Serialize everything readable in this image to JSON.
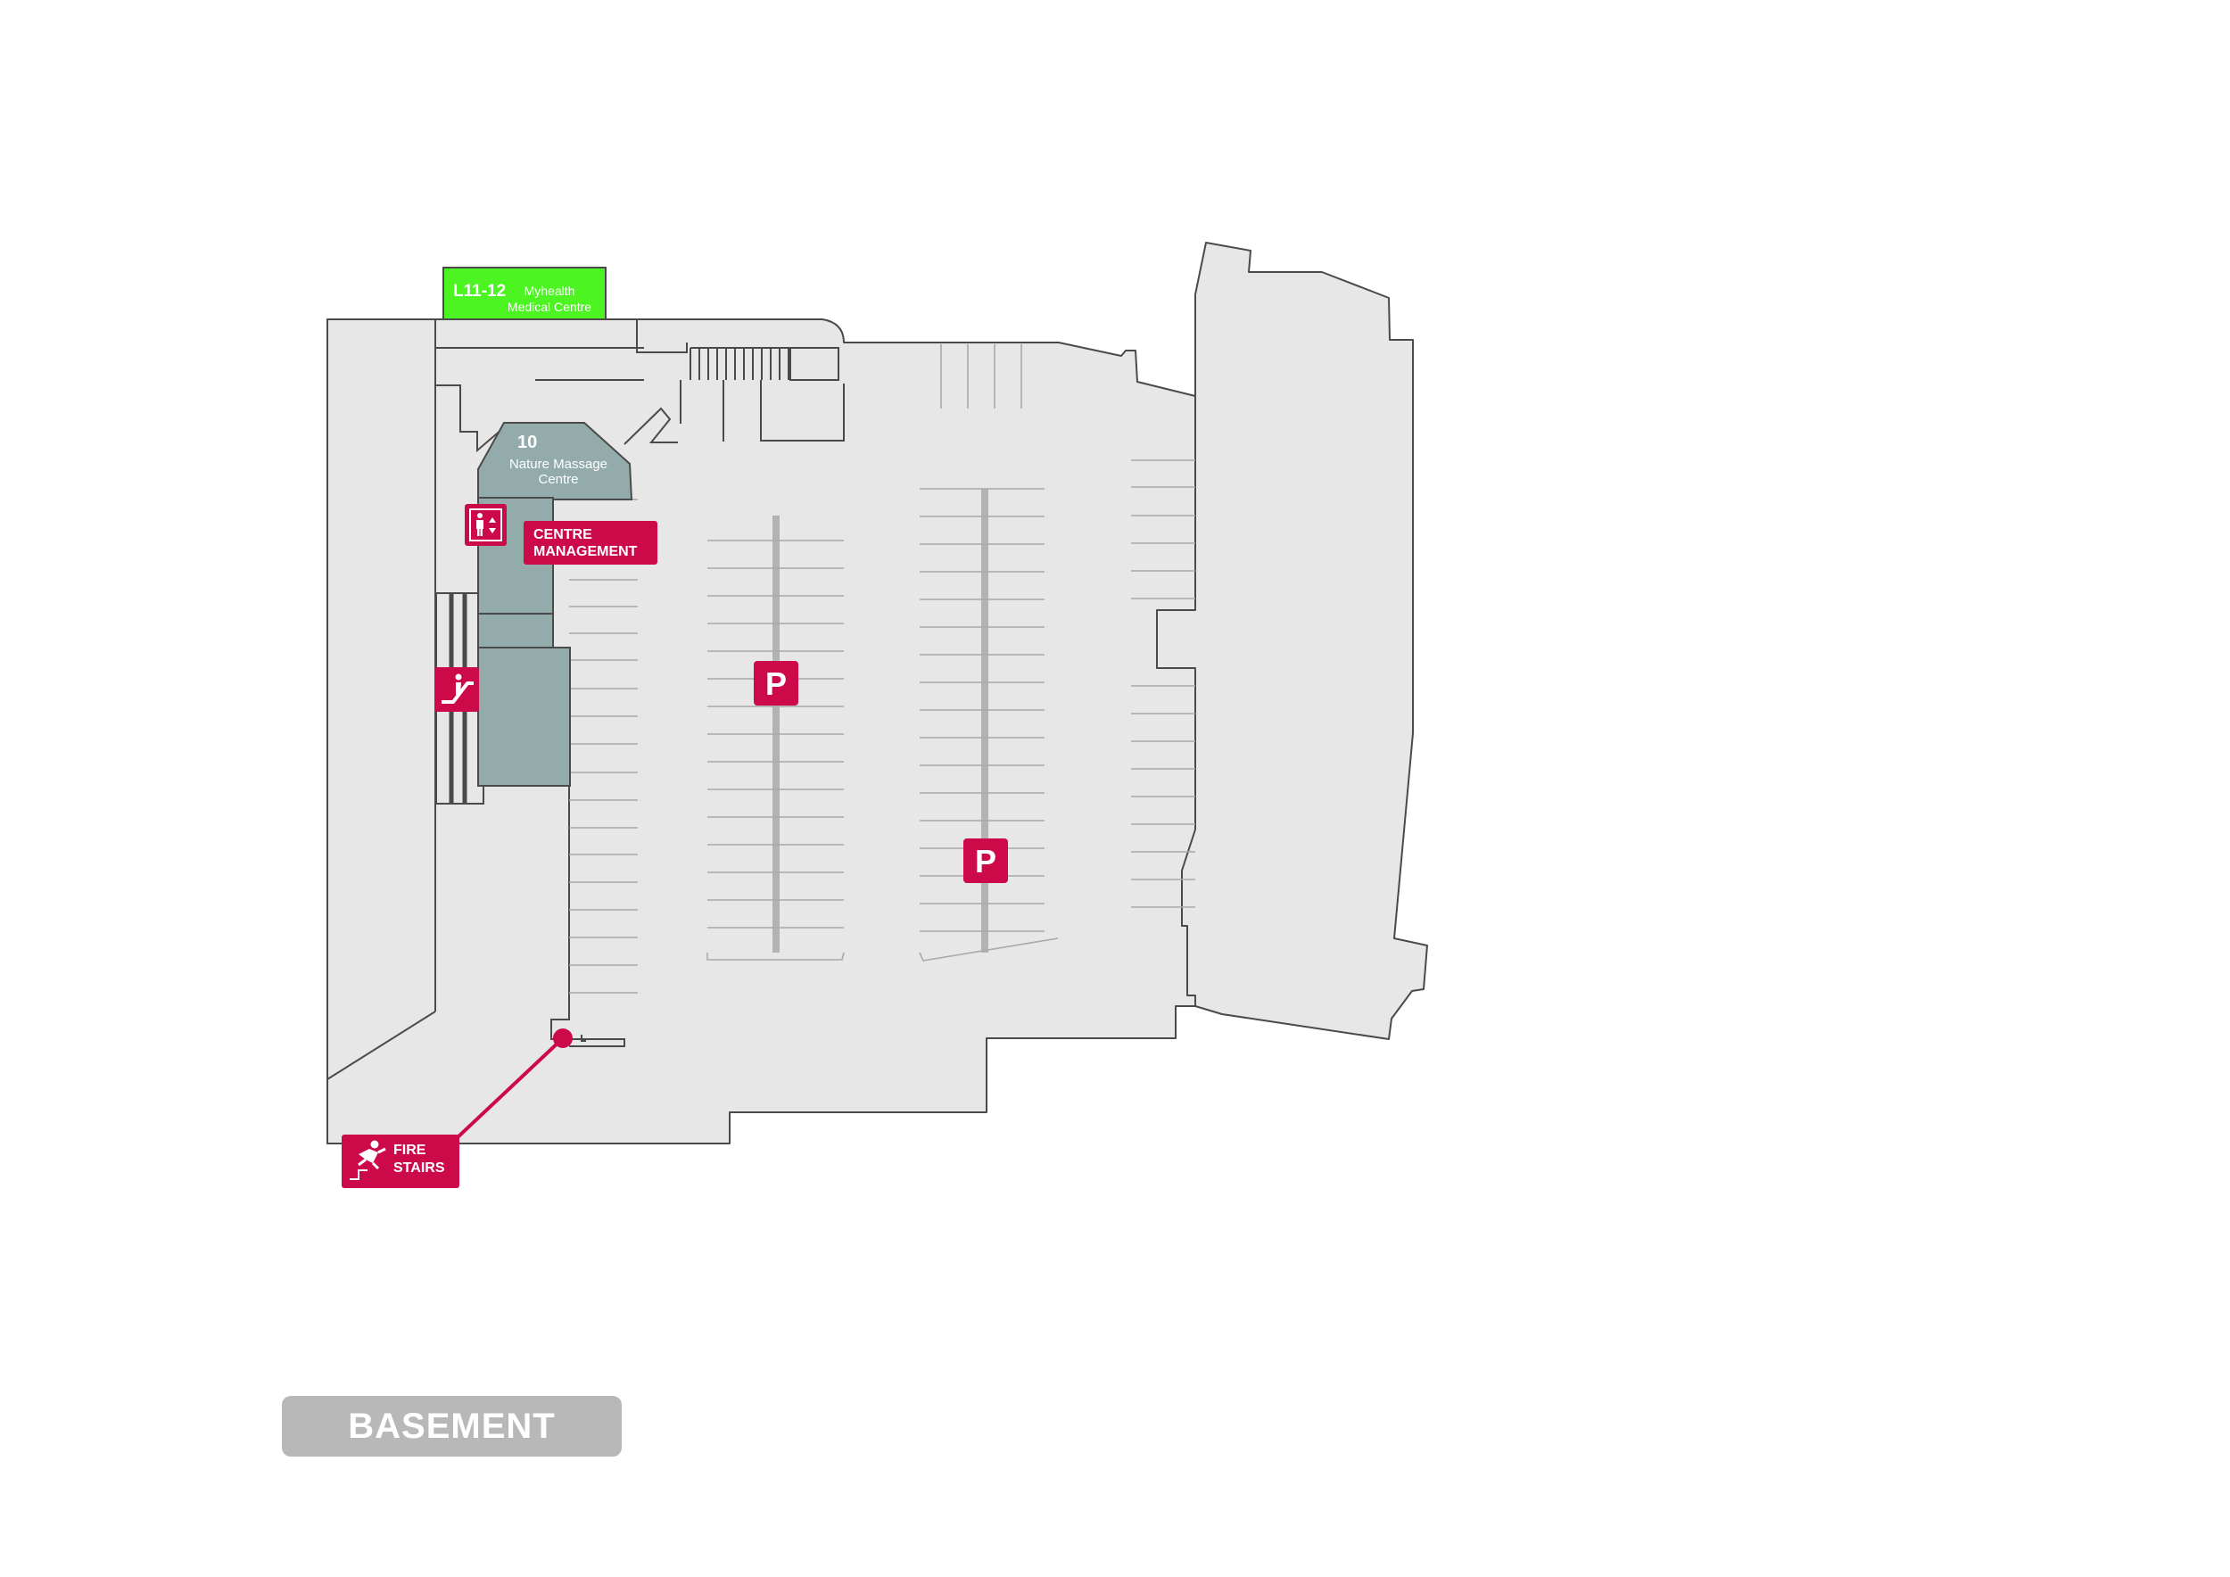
{
  "level_name": "BASEMENT",
  "colors": {
    "floor": "#e7e7e7",
    "outline": "#4a4a4a",
    "tenant": "#93abab",
    "highlight_tenant": "#4cf521",
    "amenity": "#cc0a4a",
    "level_badge": "#b8b8b8"
  },
  "tenants": [
    {
      "code": "L11-12",
      "name_line1": "Myhealth",
      "name_line2": "Medical Centre",
      "highlighted": true
    },
    {
      "code": "10",
      "name_line1": "Nature Massage",
      "name_line2": "Centre",
      "highlighted": false
    }
  ],
  "labels": {
    "centre_management_line1": "CENTRE",
    "centre_management_line2": "MANAGEMENT",
    "fire_stairs_line1": "FIRE",
    "fire_stairs_line2": "STAIRS",
    "parking_a": "P",
    "parking_b": "P"
  },
  "icons": [
    "lift-icon",
    "escalator-icon",
    "fire-stairs-icon",
    "parking-icon"
  ]
}
